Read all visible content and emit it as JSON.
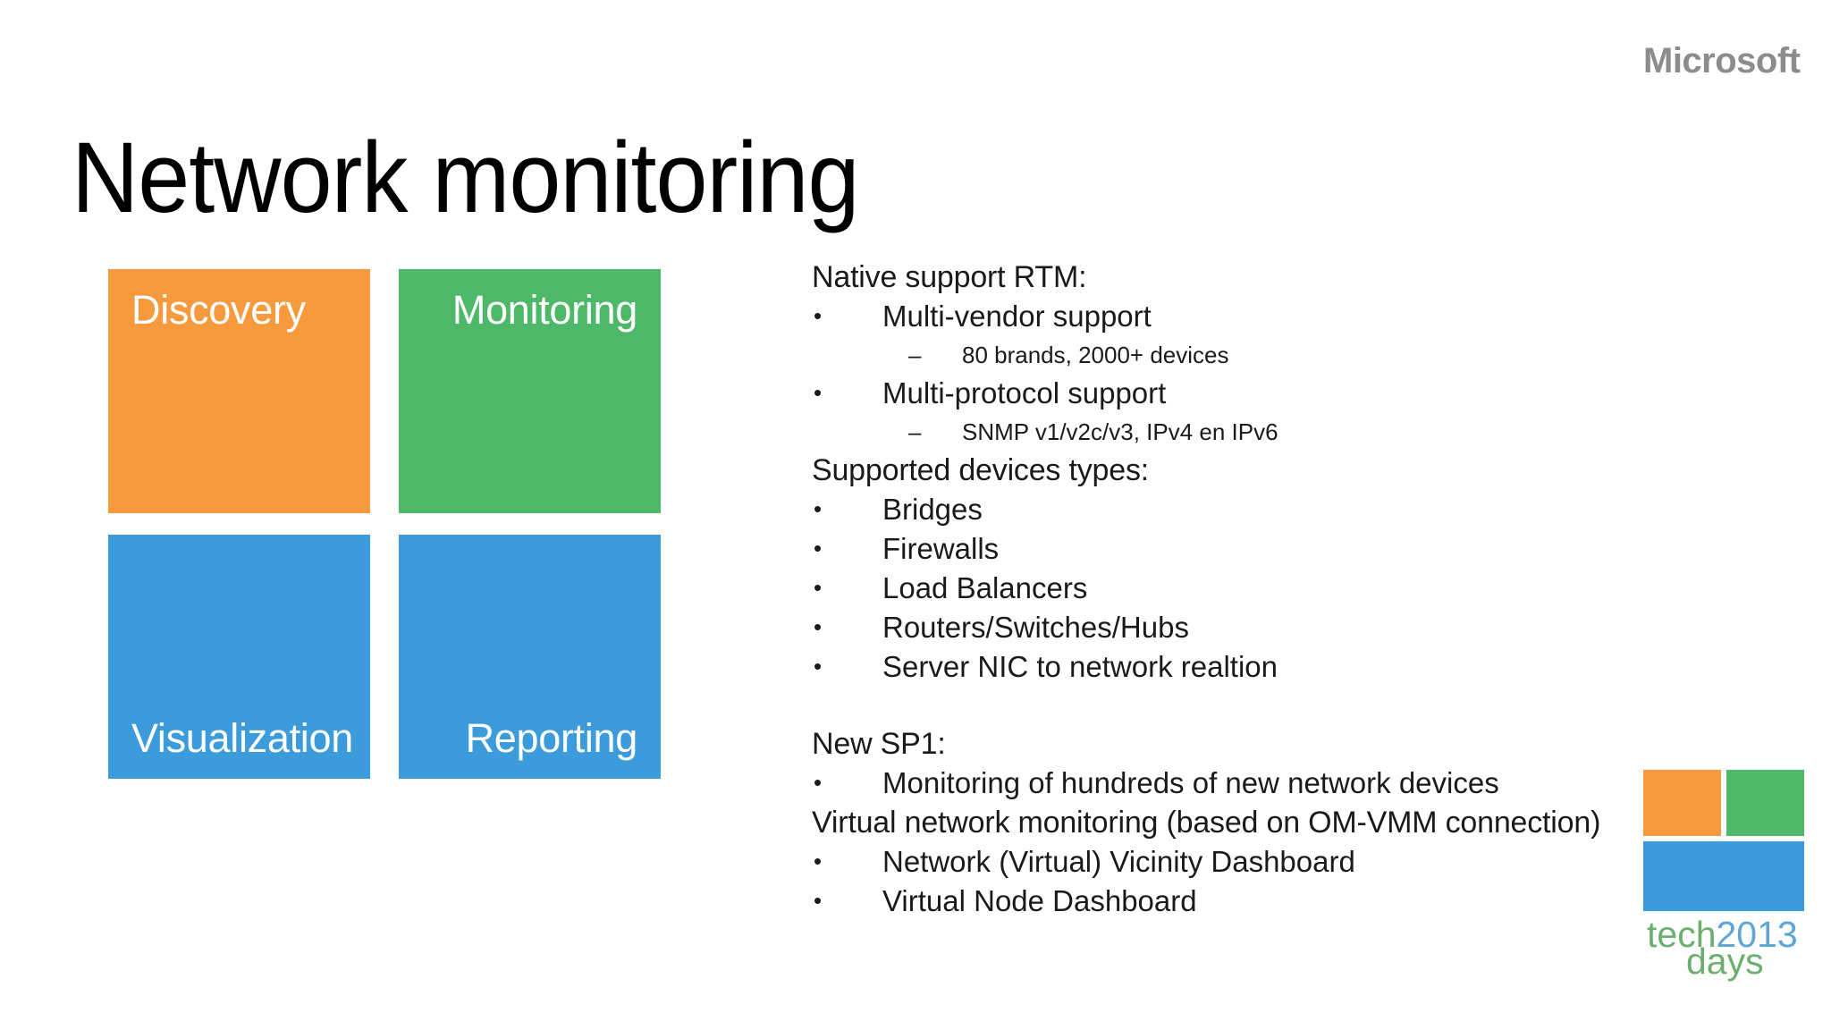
{
  "brand": {
    "microsoft_wordmark": "Microsoft",
    "microsoft_color": "#8c8c8c"
  },
  "slide": {
    "title": "Network monitoring",
    "background": "#ffffff"
  },
  "tiles": [
    {
      "label": "Discovery",
      "color": "#F79A3D",
      "align": "left"
    },
    {
      "label": "Monitoring",
      "color": "#4CB868",
      "align": "right"
    },
    {
      "label": "Visualization",
      "color": "#3B9BDB",
      "align": "left"
    },
    {
      "label": "Reporting",
      "color": "#3B9BDB",
      "align": "right"
    }
  ],
  "content": {
    "lines": [
      {
        "level": 0,
        "text": "Native support RTM:"
      },
      {
        "level": 1,
        "text": "Multi-vendor support"
      },
      {
        "level": 2,
        "text": "80 brands, 2000+ devices"
      },
      {
        "level": 1,
        "text": "Multi-protocol support"
      },
      {
        "level": 2,
        "text": "SNMP v1/v2c/v3, IPv4 en IPv6"
      },
      {
        "level": 0,
        "text": "Supported devices types:"
      },
      {
        "level": 1,
        "text": "Bridges"
      },
      {
        "level": 1,
        "text": "Firewalls"
      },
      {
        "level": 1,
        "text": "Load Balancers"
      },
      {
        "level": 1,
        "text": "Routers/Switches/Hubs"
      },
      {
        "level": 1,
        "text": "Server NIC to network realtion"
      },
      {
        "level": -1,
        "text": ""
      },
      {
        "level": 0,
        "text": "New SP1:"
      },
      {
        "level": 1,
        "text": "Monitoring of hundreds of new network devices"
      },
      {
        "level": 0,
        "text": "Virtual network monitoring (based on OM-VMM connection)"
      },
      {
        "level": 1,
        "text": "Network (Virtual) Vicinity Dashboard"
      },
      {
        "level": 1,
        "text": "Virtual Node Dashboard"
      }
    ]
  },
  "techdays_logo": {
    "tech": "tech",
    "year": "2013",
    "days": "days",
    "tech_color": "#6CAE6E",
    "year_color": "#5FA5D8",
    "days_color": "#6CAE6E",
    "square_orange": "#F79A3D",
    "square_green": "#4CB868",
    "square_blue": "#3B9BDB"
  }
}
